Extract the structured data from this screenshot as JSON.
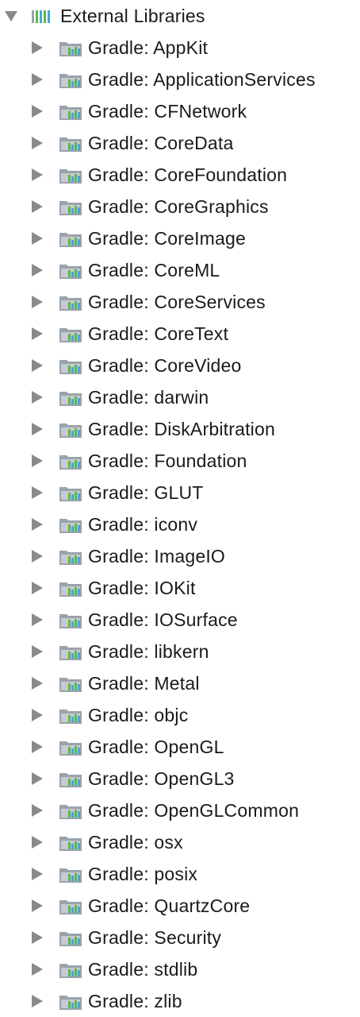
{
  "tree": {
    "root": {
      "label": "External Libraries",
      "expanded": true,
      "icon": "library-icon"
    },
    "item_icon": "folder-library-icon",
    "items": [
      {
        "label": "Gradle: AppKit"
      },
      {
        "label": "Gradle: ApplicationServices"
      },
      {
        "label": "Gradle: CFNetwork"
      },
      {
        "label": "Gradle: CoreData"
      },
      {
        "label": "Gradle: CoreFoundation"
      },
      {
        "label": "Gradle: CoreGraphics"
      },
      {
        "label": "Gradle: CoreImage"
      },
      {
        "label": "Gradle: CoreML"
      },
      {
        "label": "Gradle: CoreServices"
      },
      {
        "label": "Gradle: CoreText"
      },
      {
        "label": "Gradle: CoreVideo"
      },
      {
        "label": "Gradle: darwin"
      },
      {
        "label": "Gradle: DiskArbitration"
      },
      {
        "label": "Gradle: Foundation"
      },
      {
        "label": "Gradle: GLUT"
      },
      {
        "label": "Gradle: iconv"
      },
      {
        "label": "Gradle: ImageIO"
      },
      {
        "label": "Gradle: IOKit"
      },
      {
        "label": "Gradle: IOSurface"
      },
      {
        "label": "Gradle: libkern"
      },
      {
        "label": "Gradle: Metal"
      },
      {
        "label": "Gradle: objc"
      },
      {
        "label": "Gradle: OpenGL"
      },
      {
        "label": "Gradle: OpenGL3"
      },
      {
        "label": "Gradle: OpenGLCommon"
      },
      {
        "label": "Gradle: osx"
      },
      {
        "label": "Gradle: posix"
      },
      {
        "label": "Gradle: QuartzCore"
      },
      {
        "label": "Gradle: Security"
      },
      {
        "label": "Gradle: stdlib"
      },
      {
        "label": "Gradle: zlib"
      }
    ]
  },
  "colors": {
    "arrow": "#8a8a8a",
    "folder": "#9aa3ab",
    "bar_green": "#62b543",
    "bar_blue": "#40a9d8",
    "text": "#1a1a1a"
  }
}
